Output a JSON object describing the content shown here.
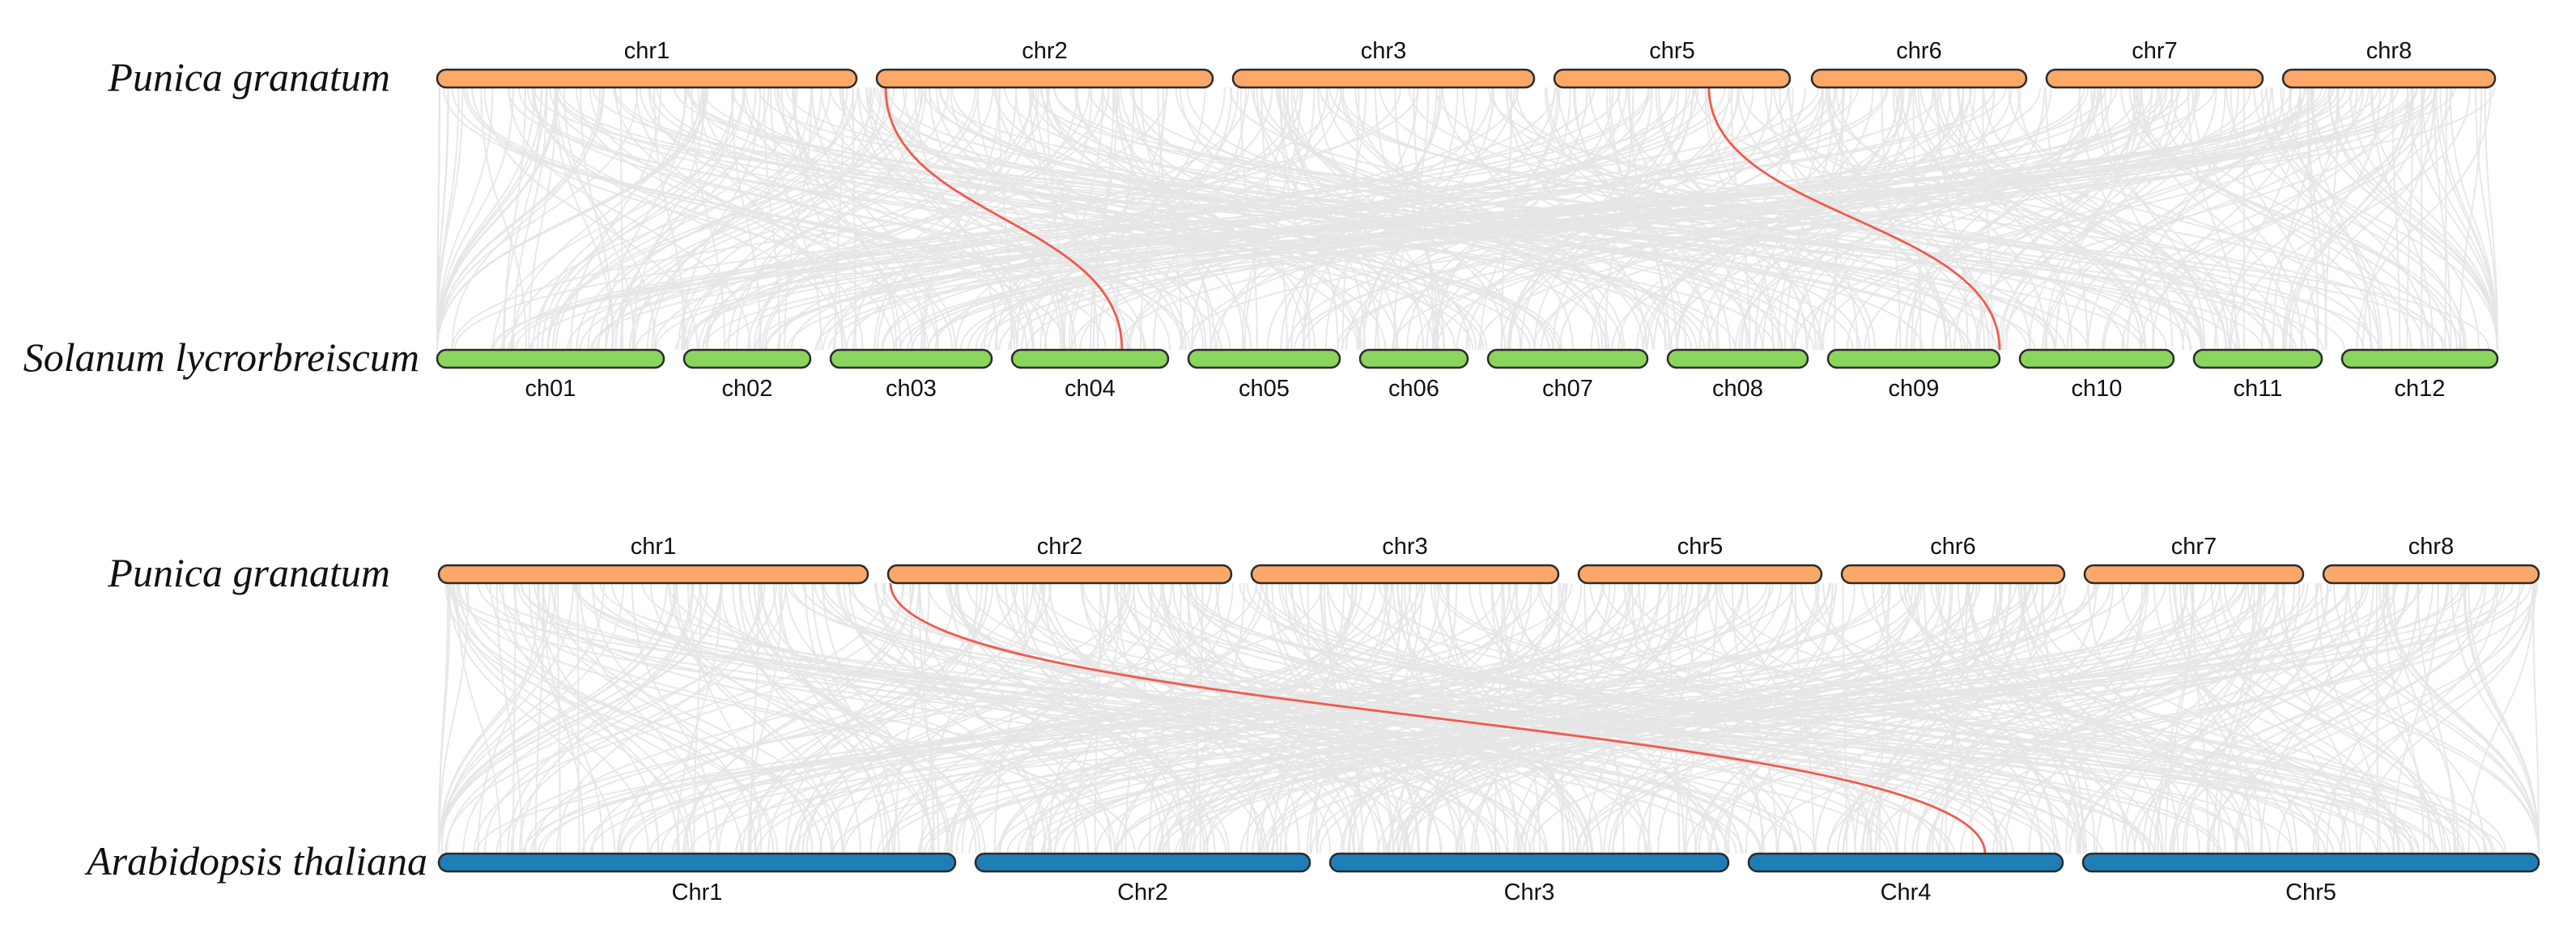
{
  "colors": {
    "punica": "#fba868",
    "solanum": "#8ad55c",
    "arabidopsis": "#1f7eb8",
    "background_links": "#e6e6e6",
    "highlight_link": "#f15a4a"
  },
  "panels": [
    {
      "top": {
        "species": "Punica granatum",
        "color_key": "punica",
        "chromosomes": [
          "chr1",
          "chr2",
          "chr3",
          "chr5",
          "chr6",
          "chr7",
          "chr8"
        ]
      },
      "bottom": {
        "species": "Solanum lycrorbreiscum",
        "color_key": "solanum",
        "chromosomes": [
          "ch01",
          "ch02",
          "ch03",
          "ch04",
          "ch05",
          "ch06",
          "ch07",
          "ch08",
          "ch09",
          "ch10",
          "ch11",
          "ch12"
        ]
      },
      "highlights": [
        {
          "from": "chr2",
          "to": "ch04"
        },
        {
          "from": "chr5",
          "to": "ch09"
        }
      ]
    },
    {
      "top": {
        "species": "Punica granatum",
        "color_key": "punica",
        "chromosomes": [
          "chr1",
          "chr2",
          "chr3",
          "chr5",
          "chr6",
          "chr7",
          "chr8"
        ]
      },
      "bottom": {
        "species": "Arabidopsis thaliana",
        "color_key": "arabidopsis",
        "chromosomes": [
          "Chr1",
          "Chr2",
          "Chr3",
          "Chr4",
          "Chr5"
        ]
      },
      "highlights": [
        {
          "from": "chr2",
          "to": "Chr4"
        }
      ]
    }
  ]
}
